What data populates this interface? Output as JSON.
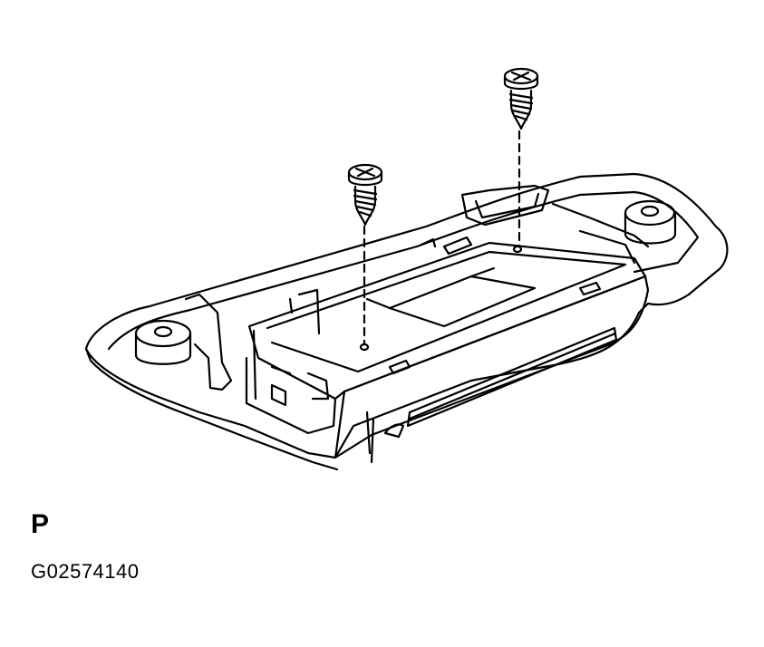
{
  "figure": {
    "callout_label": "P",
    "figure_id": "G02574140"
  },
  "parts": [
    {
      "name": "screw",
      "count": 2
    },
    {
      "name": "overhead-console-housing"
    },
    {
      "name": "console-module"
    },
    {
      "name": "mounting-boss",
      "count": 2
    }
  ],
  "colors": {
    "line": "#000000",
    "background": "#ffffff"
  }
}
